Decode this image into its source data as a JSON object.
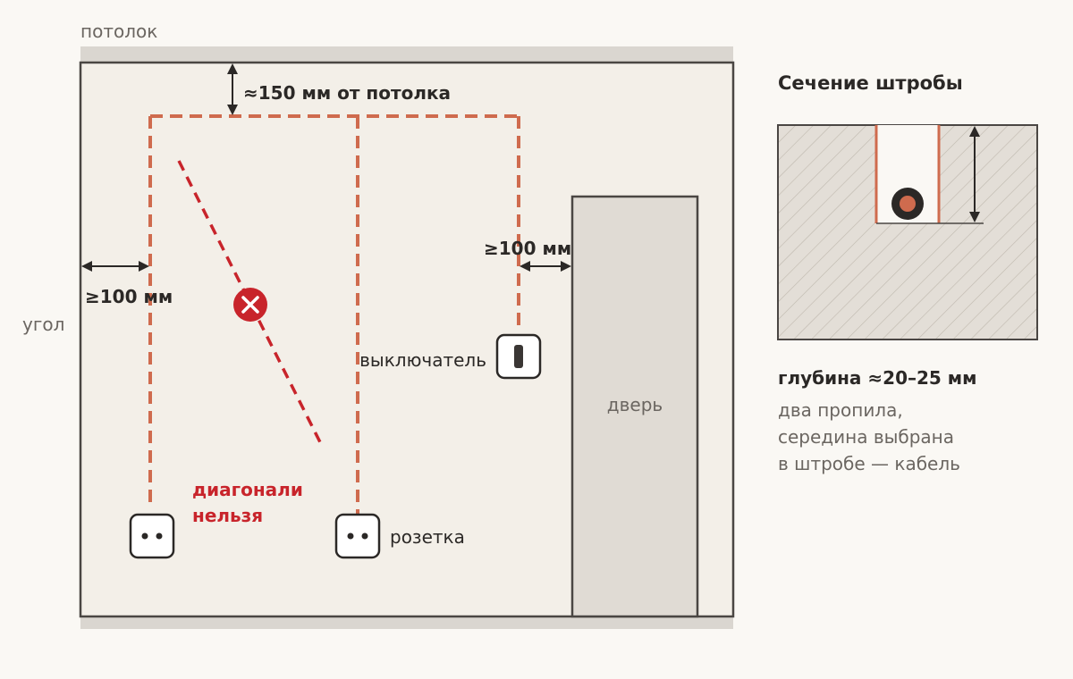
{
  "labels": {
    "ceiling": "потолок",
    "corner": "угол",
    "dim_ceiling": "≈150 мм от потолка",
    "dim_corner": "≥100 мм",
    "dim_door": "≥100 мм",
    "switch": "выключатель",
    "socket": "розетка",
    "door": "дверь",
    "no_diagonal_line1": "диагонали",
    "no_diagonal_line2": "нельзя"
  },
  "section": {
    "title": "Сечение штробы",
    "depth": "глубина ≈20–25 мм",
    "note_line1": "два пропила,",
    "note_line2": "середина выбрана",
    "note_line3": "в штробе — кабель"
  },
  "colors": {
    "wire": "#cf6b4e",
    "forbidden": "#c8242b",
    "wall": "#f3efe8",
    "door": "#e0dbd4",
    "outline": "#4a4643"
  },
  "icons": {
    "forbidden": "cross-in-circle-icon",
    "switch": "switch-icon",
    "socket": "socket-icon"
  }
}
